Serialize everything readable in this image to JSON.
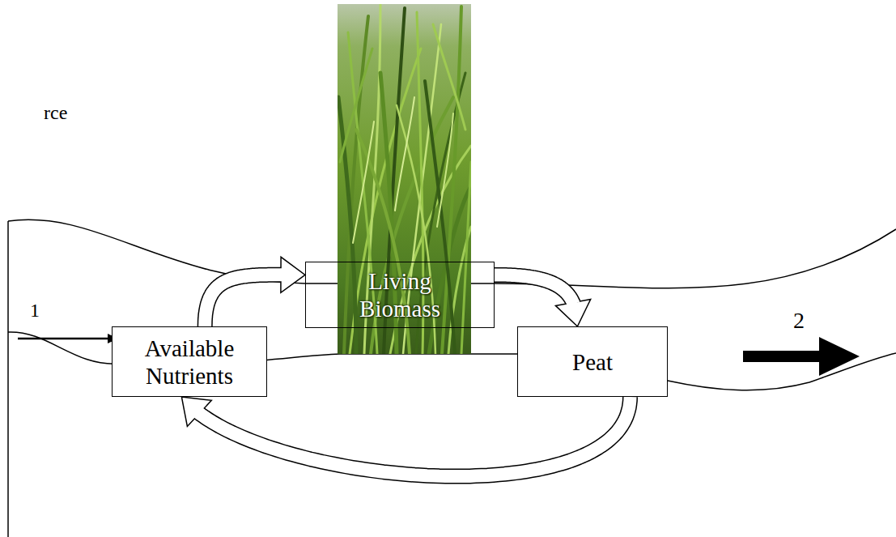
{
  "diagram": {
    "nodes": [
      {
        "text": [
          "Living Biomass"
        ]
      },
      {
        "text": [
          "Available Nutrients"
        ]
      },
      {
        "text": [
          "Peat"
        ]
      }
    ],
    "edges": [
      {
        "from": 1,
        "to": 0,
        "arrow": "to"
      },
      {
        "from": 0,
        "to": 2,
        "arrow": "to"
      },
      {
        "from": 2,
        "to": 1,
        "arrow": "to"
      }
    ],
    "labels": [
      "rce",
      "1",
      "2"
    ]
  }
}
